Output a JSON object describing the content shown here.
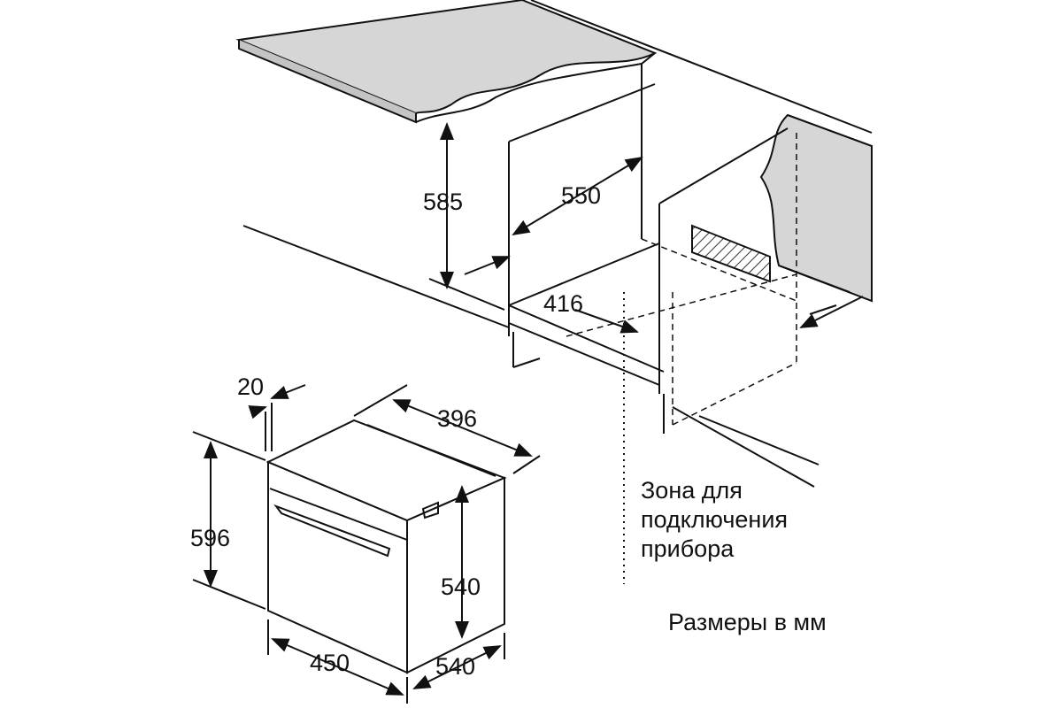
{
  "dimensions": {
    "niche_height": "585",
    "niche_depth": "550",
    "niche_inner": "416",
    "front_offset": "20",
    "oven_top_depth": "396",
    "oven_height": "596",
    "oven_body_height": "540",
    "oven_width": "450",
    "oven_depth": "540"
  },
  "connection_zone": [
    "Зона для",
    "подключения",
    "прибора"
  ],
  "units_note": "Размеры в мм",
  "colors": {
    "line": "#111111",
    "countertop": "#d4d4d4",
    "hatch": "#333333"
  }
}
